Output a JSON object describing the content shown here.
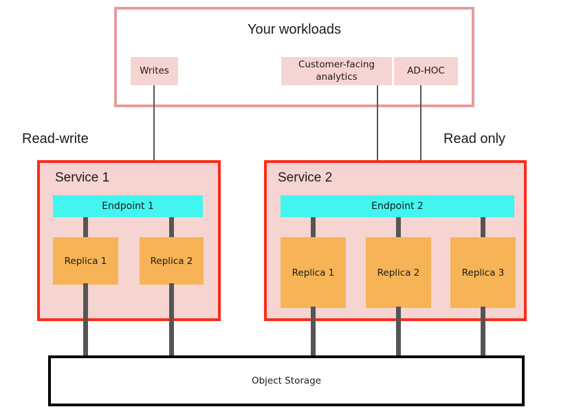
{
  "diagram": {
    "workloads": {
      "title": "Your workloads",
      "border_color": "#e79c9c",
      "chips": [
        {
          "label": "Writes"
        },
        {
          "label": "Customer-facing analytics"
        },
        {
          "label": "AD-HOC"
        }
      ]
    },
    "captions": {
      "left": "Read-write",
      "right": "Read only"
    },
    "services": [
      {
        "title": "Service 1",
        "endpoint": "Endpoint 1",
        "replicas": [
          "Replica 1",
          "Replica 2"
        ]
      },
      {
        "title": "Service 2",
        "endpoint": "Endpoint 2",
        "replicas": [
          "Replica 1",
          "Replica 2",
          "Replica 3"
        ]
      }
    ],
    "storage": {
      "label": "Object Storage"
    },
    "colors": {
      "service_border": "#fb2b18",
      "service_fill": "#f6d4d2",
      "endpoint_fill": "#42f5f0",
      "replica_fill": "#f7b457",
      "chip_fill": "#f6d4d2",
      "connector": "#555555",
      "storage_border": "#000000",
      "background": "#ffffff"
    }
  }
}
